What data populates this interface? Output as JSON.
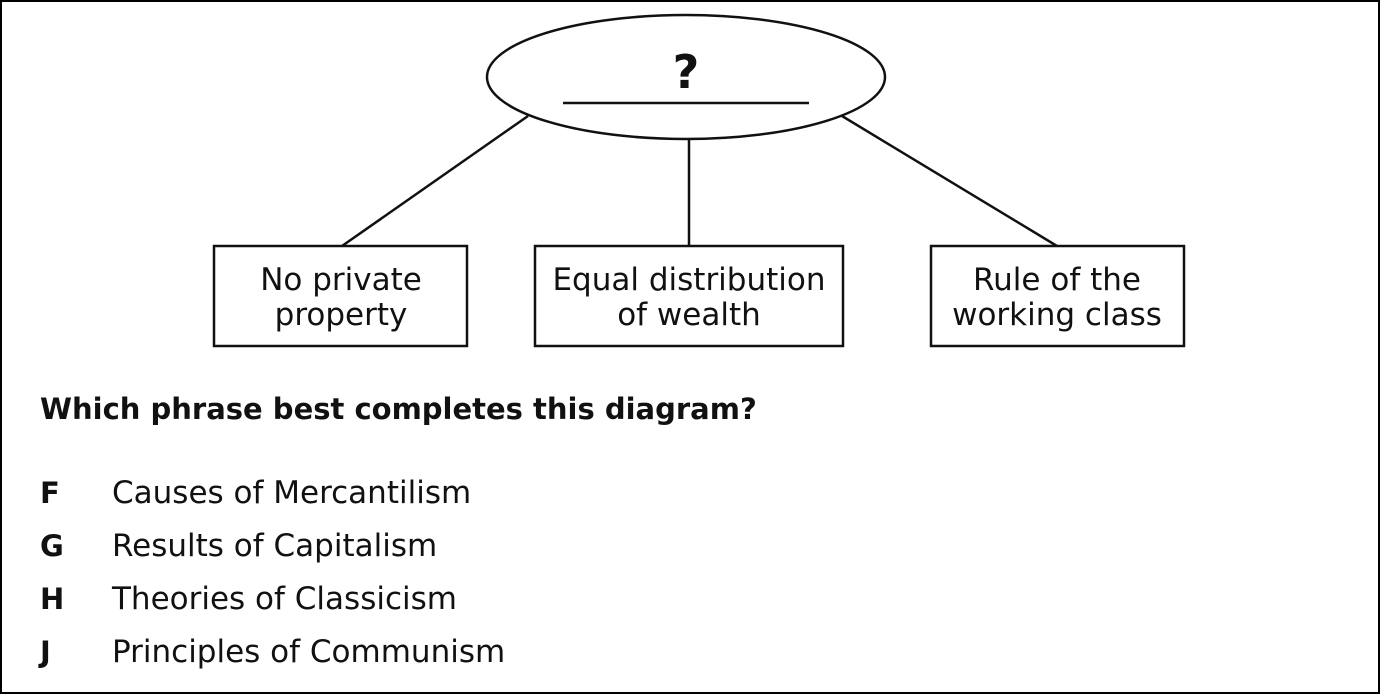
{
  "diagram": {
    "center_label": "?",
    "nodes": [
      {
        "lines": [
          "No private",
          "property"
        ]
      },
      {
        "lines": [
          "Equal distribution",
          "of wealth"
        ]
      },
      {
        "lines": [
          "Rule of the",
          "working class"
        ]
      }
    ]
  },
  "question": "Which phrase best completes this diagram?",
  "options": [
    {
      "letter": "F",
      "text": "Causes of Mercantilism"
    },
    {
      "letter": "G",
      "text": "Results of Capitalism"
    },
    {
      "letter": "H",
      "text": "Theories of Classicism"
    },
    {
      "letter": "J",
      "text": "Principles of Communism"
    }
  ]
}
